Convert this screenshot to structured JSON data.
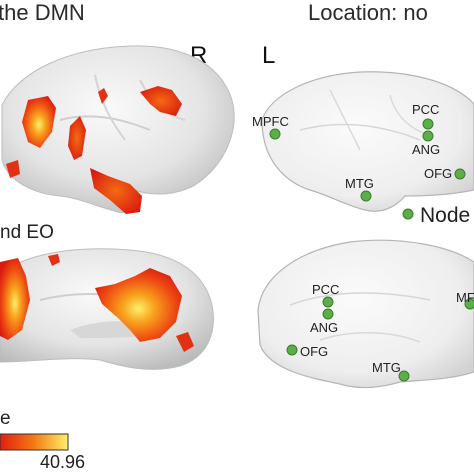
{
  "header": {
    "left_title": "the DMN",
    "right_title": "Location: no"
  },
  "hemisphere_labels": {
    "right": "R",
    "left": "L"
  },
  "left_panel": {
    "condition_label": "nd EO",
    "colorbar_title": "e",
    "colorbar_max": "40.96",
    "colors": {
      "low": "#e01e10",
      "mid": "#f47a14",
      "high": "#fff06a"
    }
  },
  "legend": {
    "label": "Node",
    "color": "#5cae48"
  },
  "nodes_lateral": [
    {
      "label": "MPFC"
    },
    {
      "label": "PCC"
    },
    {
      "label": "ANG"
    },
    {
      "label": "OFG"
    },
    {
      "label": "MTG"
    }
  ],
  "nodes_medial": [
    {
      "label": "PCC"
    },
    {
      "label": "ANG"
    },
    {
      "label": "OFG"
    },
    {
      "label": "MTG"
    },
    {
      "label": "MF"
    }
  ]
}
